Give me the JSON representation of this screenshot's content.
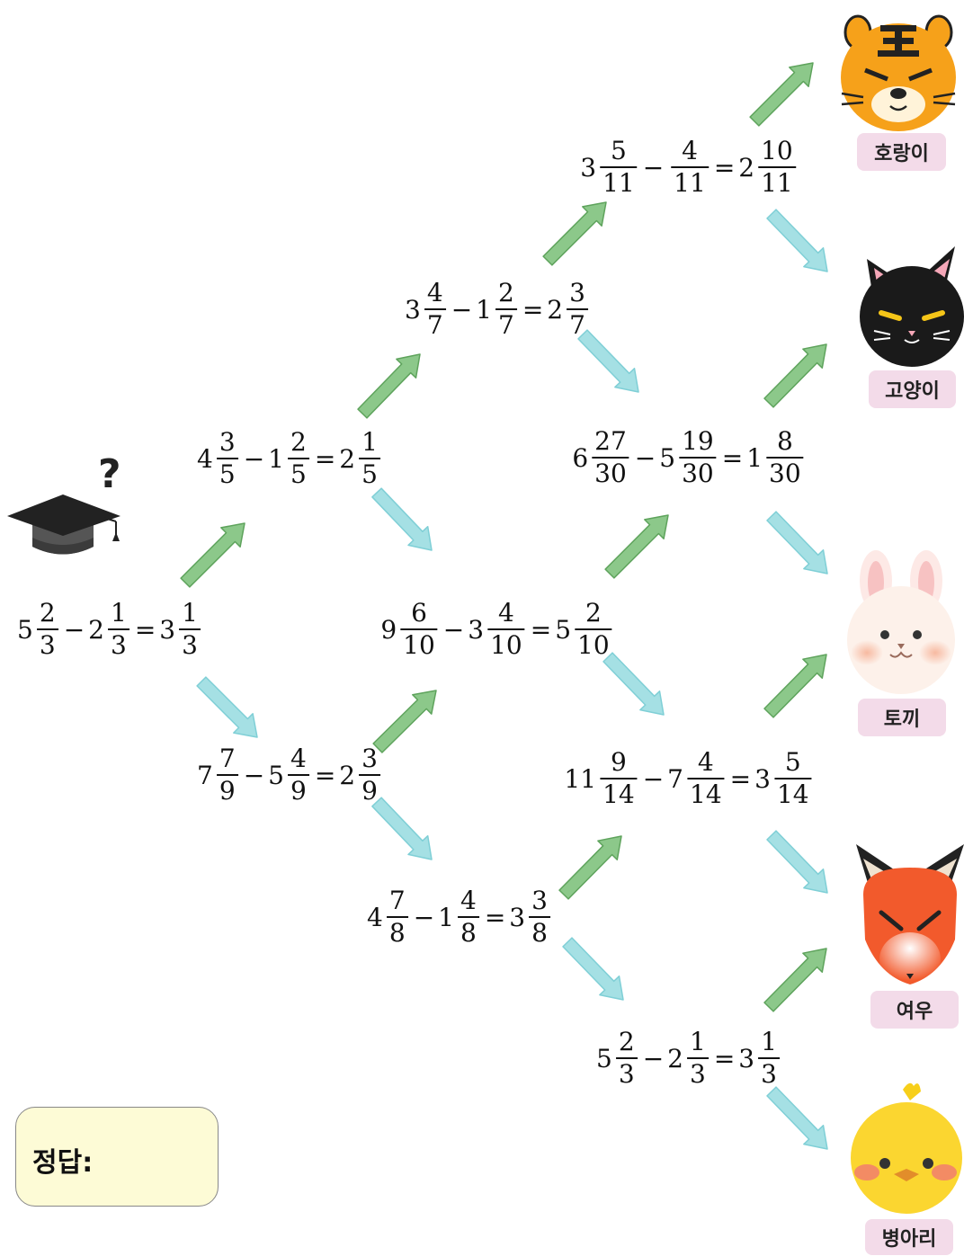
{
  "equations": [
    {
      "id": "start",
      "parts": [
        {
          "w": "5",
          "n": "2",
          "d": "3"
        },
        {
          "op": "−"
        },
        {
          "w": "2",
          "n": "1",
          "d": "3"
        },
        {
          "op": "="
        },
        {
          "w": "3",
          "n": "1",
          "d": "3"
        }
      ]
    },
    {
      "id": "a1",
      "parts": [
        {
          "w": "4",
          "n": "3",
          "d": "5"
        },
        {
          "op": "−"
        },
        {
          "w": "1",
          "n": "2",
          "d": "5"
        },
        {
          "op": "="
        },
        {
          "w": "2",
          "n": "1",
          "d": "5"
        }
      ]
    },
    {
      "id": "b1",
      "parts": [
        {
          "w": "7",
          "n": "7",
          "d": "9"
        },
        {
          "op": "−"
        },
        {
          "w": "5",
          "n": "4",
          "d": "9"
        },
        {
          "op": "="
        },
        {
          "w": "2",
          "n": "3",
          "d": "9"
        }
      ]
    },
    {
      "id": "a2",
      "parts": [
        {
          "w": "3",
          "n": "4",
          "d": "7"
        },
        {
          "op": "−"
        },
        {
          "w": "1",
          "n": "2",
          "d": "7"
        },
        {
          "op": "="
        },
        {
          "w": "2",
          "n": "3",
          "d": "7"
        }
      ]
    },
    {
      "id": "m2",
      "parts": [
        {
          "w": "9",
          "n": "6",
          "d": "10"
        },
        {
          "op": "−"
        },
        {
          "w": "3",
          "n": "4",
          "d": "10"
        },
        {
          "op": "="
        },
        {
          "w": "5",
          "n": "2",
          "d": "10"
        }
      ]
    },
    {
      "id": "b2",
      "parts": [
        {
          "w": "4",
          "n": "7",
          "d": "8"
        },
        {
          "op": "−"
        },
        {
          "w": "1",
          "n": "4",
          "d": "8"
        },
        {
          "op": "="
        },
        {
          "w": "3",
          "n": "3",
          "d": "8"
        }
      ]
    },
    {
      "id": "a3",
      "parts": [
        {
          "w": "3",
          "n": "5",
          "d": "11"
        },
        {
          "op": "−"
        },
        {
          "w": "",
          "n": "4",
          "d": "11"
        },
        {
          "op": "="
        },
        {
          "w": "2",
          "n": "10",
          "d": "11"
        }
      ]
    },
    {
      "id": "m3a",
      "parts": [
        {
          "w": "6",
          "n": "27",
          "d": "30"
        },
        {
          "op": "−"
        },
        {
          "w": "5",
          "n": "19",
          "d": "30"
        },
        {
          "op": "="
        },
        {
          "w": "1",
          "n": "8",
          "d": "30"
        }
      ]
    },
    {
      "id": "m3b",
      "parts": [
        {
          "w": "11",
          "n": "9",
          "d": "14"
        },
        {
          "op": "−"
        },
        {
          "w": "7",
          "n": "4",
          "d": "14"
        },
        {
          "op": "="
        },
        {
          "w": "3",
          "n": "5",
          "d": "14"
        }
      ]
    },
    {
      "id": "b3",
      "parts": [
        {
          "w": "5",
          "n": "2",
          "d": "3"
        },
        {
          "op": "−"
        },
        {
          "w": "2",
          "n": "1",
          "d": "3"
        },
        {
          "op": "="
        },
        {
          "w": "3",
          "n": "1",
          "d": "3"
        }
      ]
    }
  ],
  "animals": [
    {
      "id": "tiger",
      "label": "호랑이"
    },
    {
      "id": "cat",
      "label": "고양이"
    },
    {
      "id": "rabbit",
      "label": "토끼"
    },
    {
      "id": "fox",
      "label": "여우"
    },
    {
      "id": "chick",
      "label": "병아리"
    }
  ],
  "answer": {
    "label": "정답:",
    "value": ""
  },
  "hat_symbol": "?",
  "colors": {
    "up_arrow": "#8cc88a",
    "up_arrow_stroke": "#5ea35c",
    "down_arrow": "#a5e0e4",
    "down_arrow_stroke": "#7fcfd6",
    "label_bg": "#f3dbe9",
    "answer_bg": "#fdfbd6"
  }
}
